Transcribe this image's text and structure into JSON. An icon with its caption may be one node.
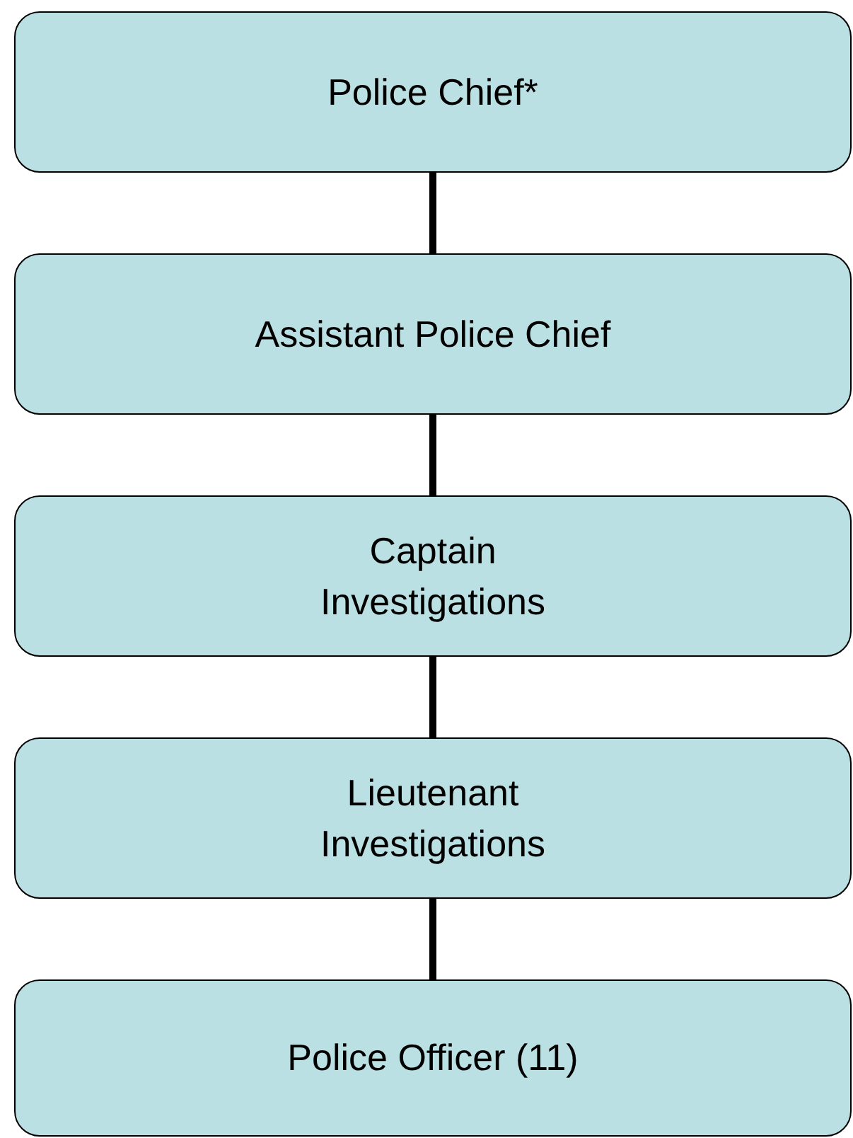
{
  "diagram": {
    "nodes": [
      {
        "text": [
          "Police Chief*"
        ]
      },
      {
        "text": [
          "Assistant Police Chief"
        ]
      },
      {
        "text": [
          "Captain Investigations"
        ]
      },
      {
        "text": [
          "Lieutenant Investigations"
        ]
      },
      {
        "text": [
          "Police Officer (11)"
        ]
      }
    ],
    "edges": [
      {
        "from": 0,
        "to": 1,
        "arrow": "none"
      },
      {
        "from": 1,
        "to": 2,
        "arrow": "none"
      },
      {
        "from": 2,
        "to": 3,
        "arrow": "none"
      },
      {
        "from": 3,
        "to": 4,
        "arrow": "none"
      }
    ]
  }
}
